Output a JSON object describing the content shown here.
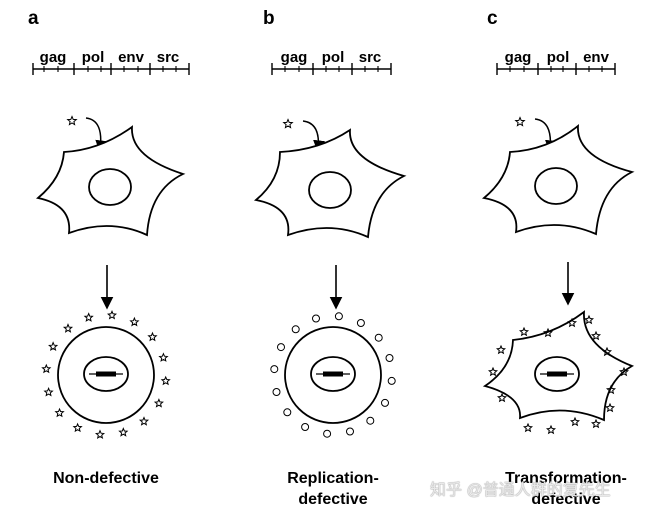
{
  "panels": [
    {
      "letter": "a",
      "genes": [
        "gag",
        "pol",
        "env",
        "src"
      ],
      "virus_surface": "stars",
      "infected_cell_shape": "round",
      "title_lines": [
        "Non-defective"
      ]
    },
    {
      "letter": "b",
      "genes": [
        "gag",
        "pol",
        "src"
      ],
      "virus_surface": "circles",
      "infected_cell_shape": "round",
      "title_lines": [
        "Replication-",
        "defective"
      ]
    },
    {
      "letter": "c",
      "genes": [
        "gag",
        "pol",
        "env"
      ],
      "virus_surface": "stars",
      "infected_cell_shape": "spiky",
      "title_lines": [
        "Transformation-",
        "defective"
      ]
    }
  ],
  "watermark": "知乎 @普通人群的复先生"
}
